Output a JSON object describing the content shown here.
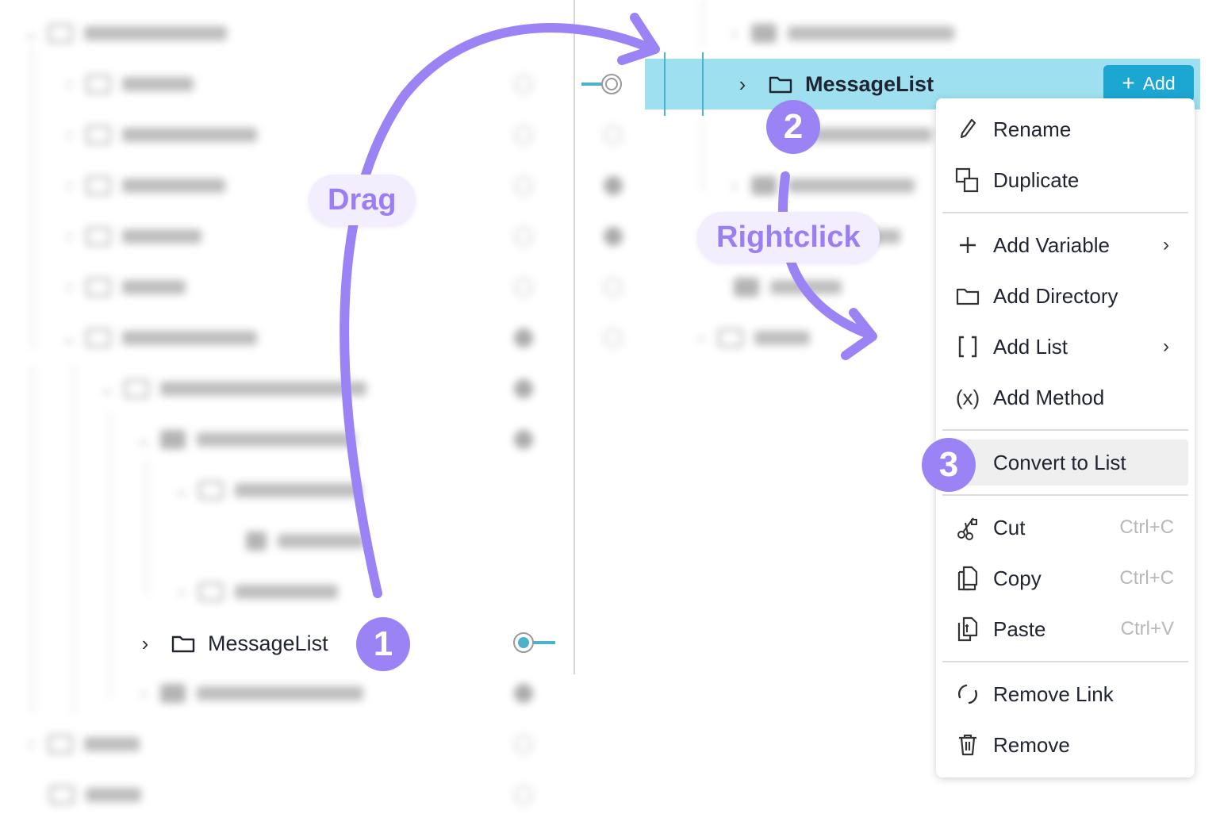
{
  "left_panel": {
    "tree_item": {
      "label": "MessageList"
    }
  },
  "right_panel": {
    "selected_row": {
      "label": "MessageList"
    },
    "add_button": {
      "label": "Add",
      "icon": "plus-icon"
    }
  },
  "context_menu": {
    "items": [
      {
        "label": "Rename",
        "icon": "pencil-icon"
      },
      {
        "label": "Duplicate",
        "icon": "duplicate-icon"
      },
      {
        "label": "Add Variable",
        "icon": "plus-icon",
        "submenu": true
      },
      {
        "label": "Add Directory",
        "icon": "folder-icon"
      },
      {
        "label": "Add List",
        "icon": "brackets-icon",
        "submenu": true
      },
      {
        "label": "Add Method",
        "icon": "function-icon"
      },
      {
        "label": "Convert to List",
        "active": true
      },
      {
        "label": "Cut",
        "icon": "scissors-icon",
        "shortcut": "Ctrl+C"
      },
      {
        "label": "Copy",
        "icon": "copy-icon",
        "shortcut": "Ctrl+C"
      },
      {
        "label": "Paste",
        "icon": "paste-icon",
        "shortcut": "Ctrl+V"
      },
      {
        "label": "Remove Link",
        "icon": "unlink-icon"
      },
      {
        "label": "Remove",
        "icon": "trash-icon"
      }
    ]
  },
  "annotations": {
    "drag_label": "Drag",
    "rightclick_label": "Rightclick",
    "step1": "1",
    "step2": "2",
    "step3": "3",
    "accent_color": "#9b83f5",
    "highlight_color": "#9ee0ef",
    "button_color": "#1ca6d2"
  }
}
